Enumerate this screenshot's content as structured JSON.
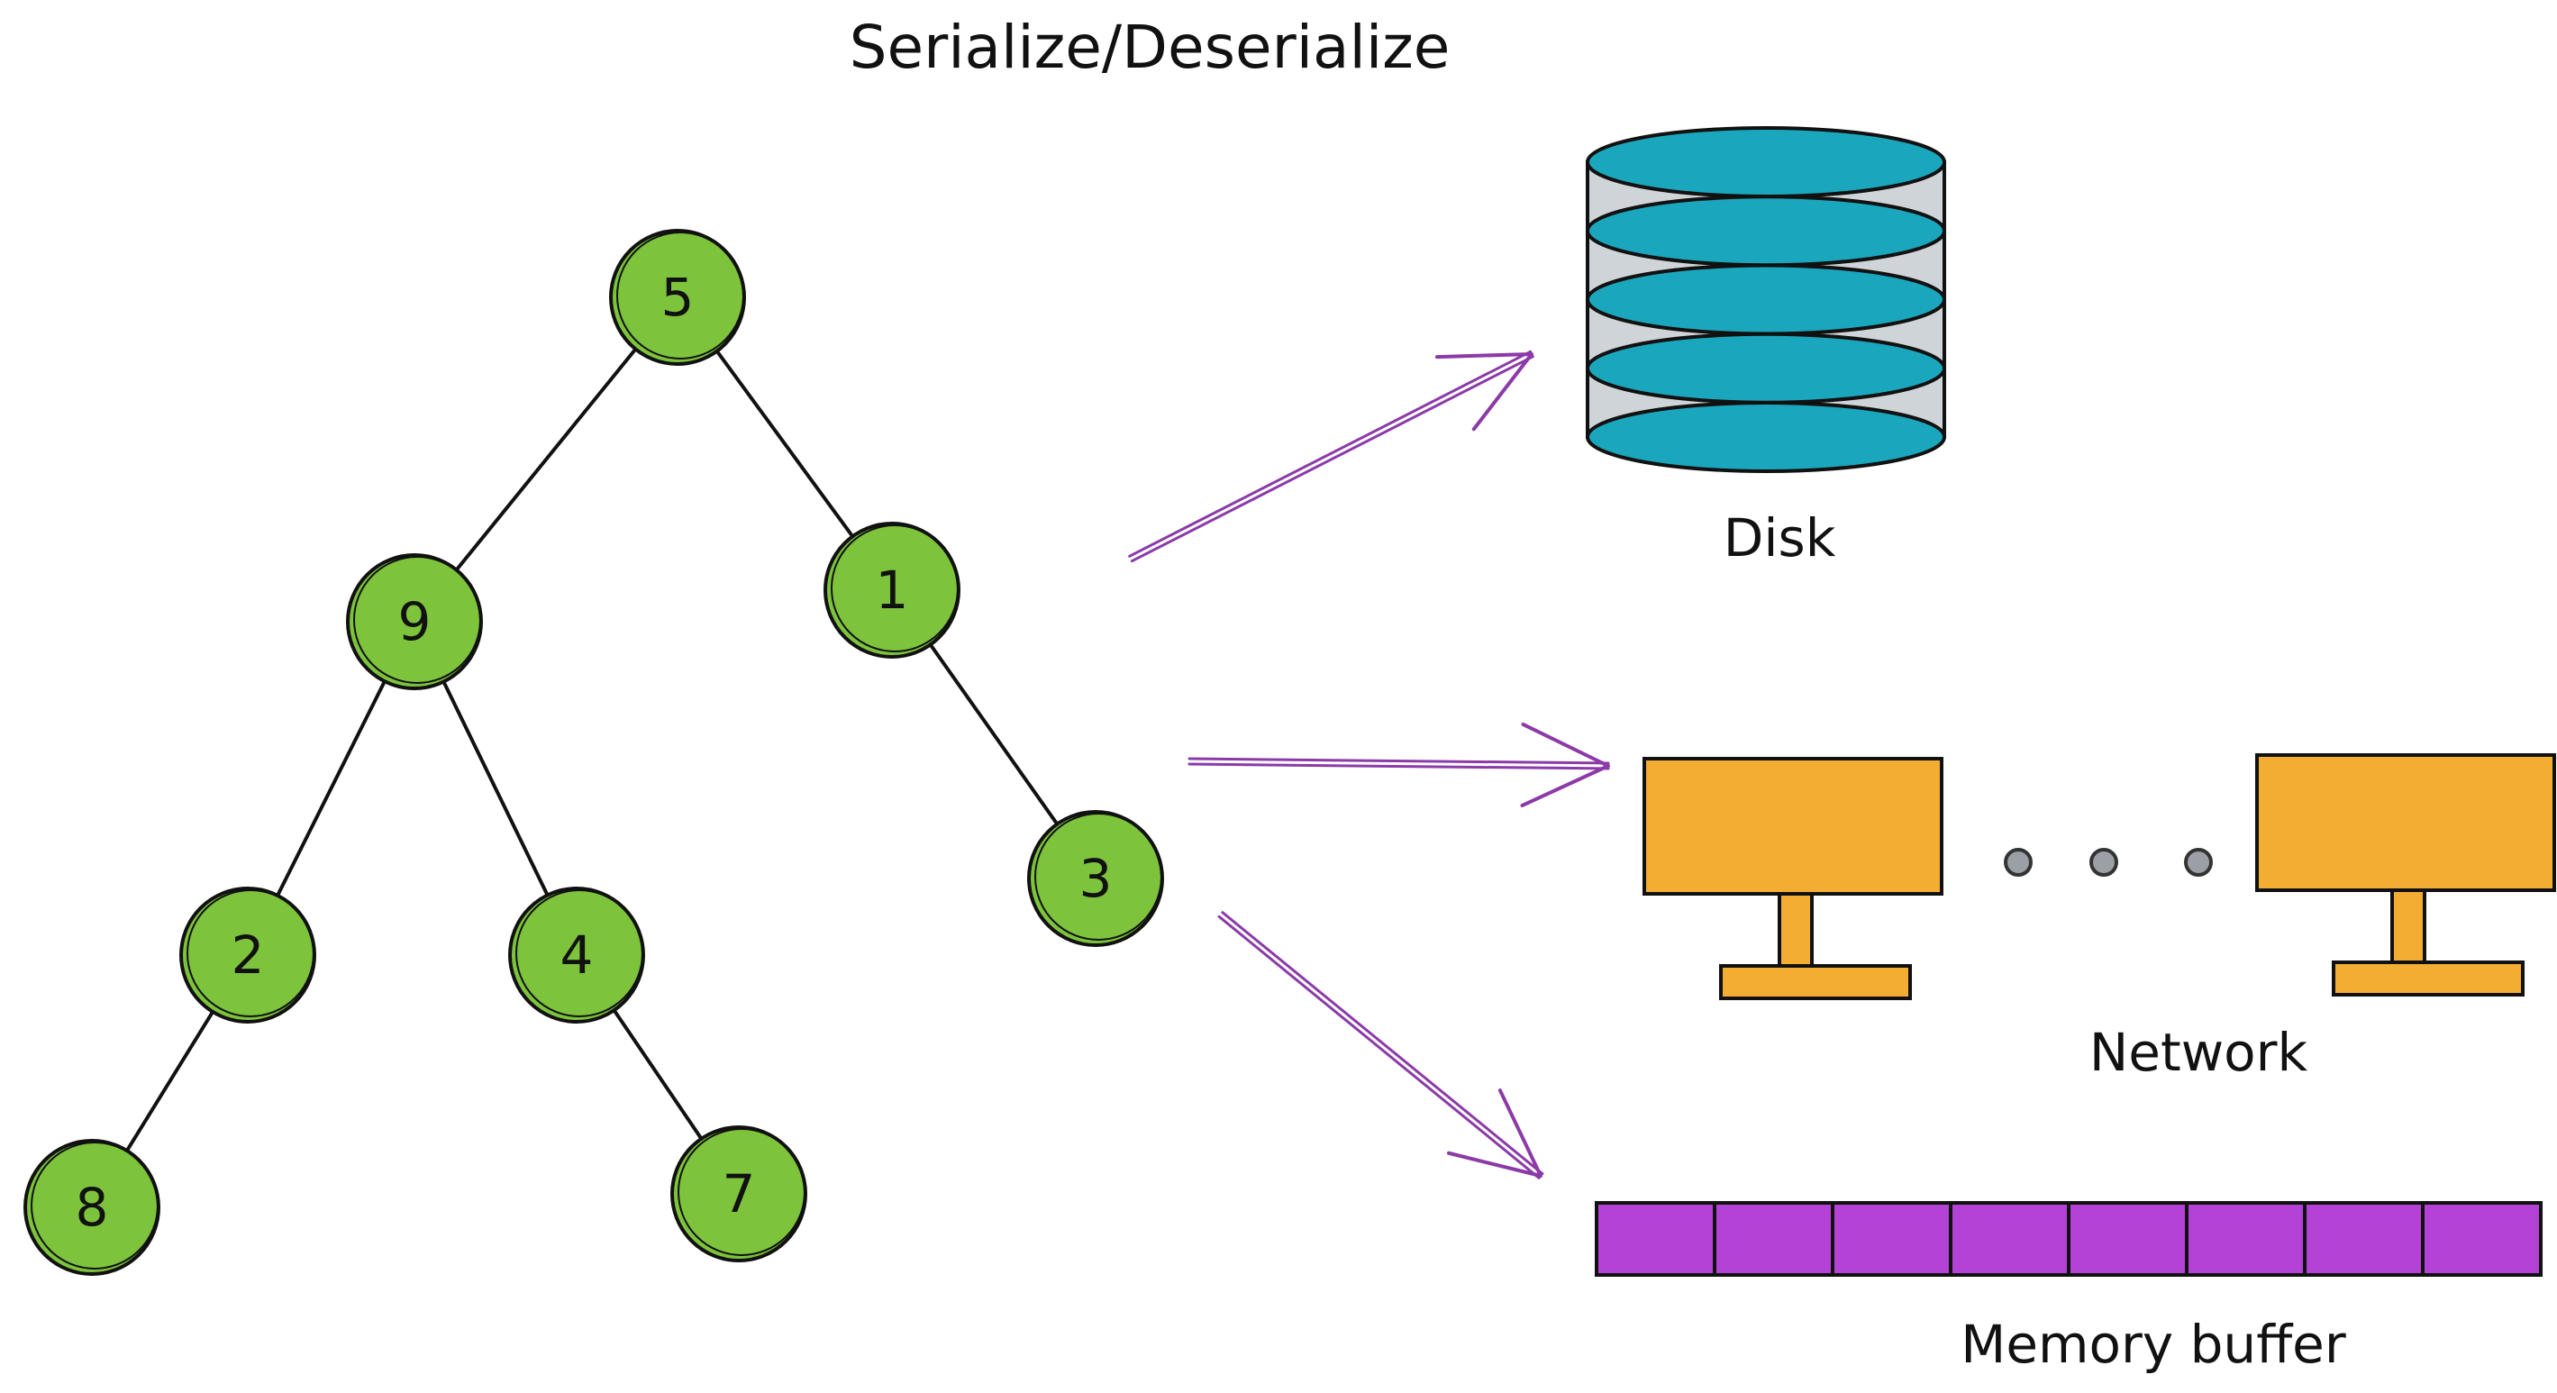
{
  "title": "Serialize/Deserialize",
  "colors": {
    "node_fill": "#7dc33b",
    "edge": "#111111",
    "arrow": "#8b3aa8",
    "disk_fill": "#1aa7bd",
    "disk_body": "#cfd4d8",
    "monitor_fill": "#f4ad33",
    "dot_fill": "#9aa0a6",
    "buffer_fill": "#b442d6"
  },
  "tree": {
    "nodes": [
      {
        "id": "n5",
        "label": "5"
      },
      {
        "id": "n9",
        "label": "9"
      },
      {
        "id": "n1",
        "label": "1"
      },
      {
        "id": "n2",
        "label": "2"
      },
      {
        "id": "n4",
        "label": "4"
      },
      {
        "id": "n3",
        "label": "3"
      },
      {
        "id": "n8",
        "label": "8"
      },
      {
        "id": "n7",
        "label": "7"
      }
    ],
    "edges": [
      {
        "from": "n5",
        "to": "n9"
      },
      {
        "from": "n5",
        "to": "n1"
      },
      {
        "from": "n9",
        "to": "n2"
      },
      {
        "from": "n9",
        "to": "n4"
      },
      {
        "from": "n1",
        "to": "n3"
      },
      {
        "from": "n2",
        "to": "n8"
      },
      {
        "from": "n4",
        "to": "n7"
      }
    ]
  },
  "destinations": {
    "disk": {
      "label": "Disk",
      "platter_count": 5,
      "icon": "database-icon"
    },
    "network": {
      "label": "Network",
      "icon": "monitor-icon",
      "dot_count": 3
    },
    "memory": {
      "label": "Memory buffer",
      "cell_count": 8
    }
  },
  "arrows": [
    {
      "id": "arrow-to-disk",
      "target": "disk"
    },
    {
      "id": "arrow-to-network",
      "target": "network"
    },
    {
      "id": "arrow-to-memory",
      "target": "memory"
    }
  ]
}
